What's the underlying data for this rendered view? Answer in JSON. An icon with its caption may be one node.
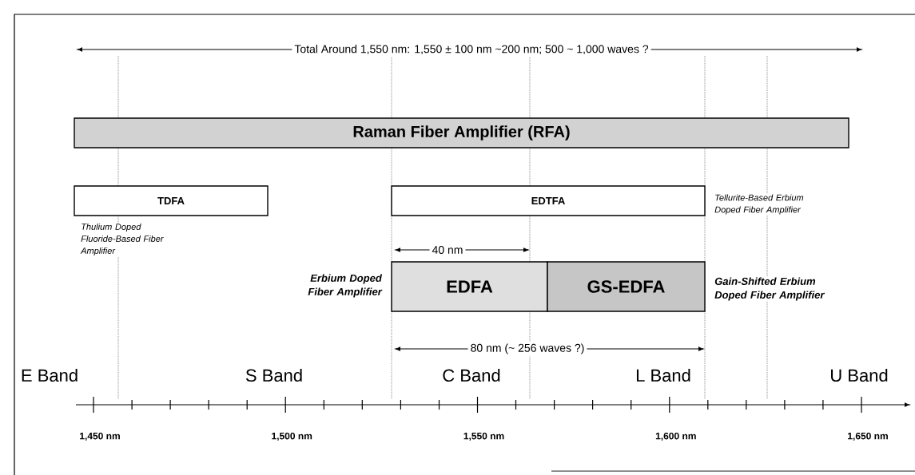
{
  "diagram": {
    "nodes": [
      {
        "text": [
          "Raman Fiber Amplifier (RFA)"
        ]
      },
      {
        "text": [
          "TDFA"
        ],
        "beside": [
          "Thulium Doped Fluoride-Based Fiber Amplifier"
        ]
      },
      {
        "text": [
          "EDTFA"
        ],
        "beside": [
          "Tellurite-Based Erbium Doped Fiber Amplifier"
        ]
      },
      {
        "text": [
          "EDFA"
        ],
        "beside": [
          "Erbium Doped Fiber Amplifier"
        ]
      },
      {
        "text": [
          "GS-EDFA"
        ],
        "beside": [
          "Gain-Shifted Erbium Doped Fiber Amplifier"
        ]
      }
    ],
    "labels": [
      "Total Around 1,550 nm: 1,550 ± 100 nm ~200 nm; 500 ~ 1,000 waves ?",
      "40 nm",
      "80 nm (~ 256 waves ?)",
      "E Band",
      "S Band",
      "C Band",
      "L Band",
      "U Band",
      "1,450 nm",
      "1,500 nm",
      "1,550 nm",
      "1,600 nm",
      "1,650 nm"
    ]
  }
}
